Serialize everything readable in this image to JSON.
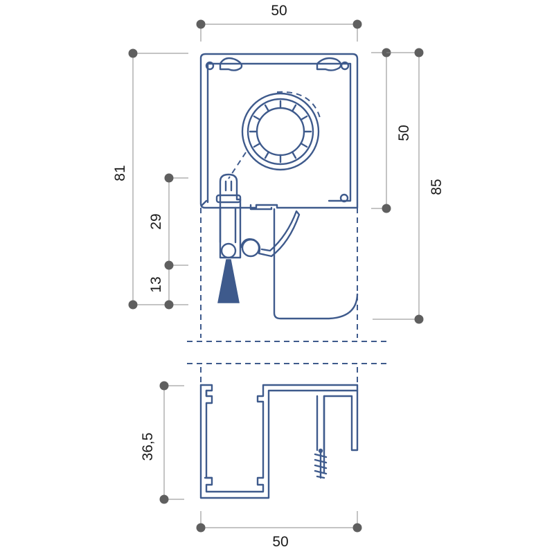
{
  "diagram": {
    "colors": {
      "profile": "#3e5a8c",
      "dimension_line": "#8a8a8a",
      "dimension_dot": "#5f5f5f",
      "text": "#1a1a1a"
    },
    "dimensions": {
      "top_width": "50",
      "left_height_total": "81",
      "left_height_upper": "29",
      "left_height_lower": "13",
      "right_height_inner": "50",
      "right_height_total": "85",
      "bottom_profile_height": "36,5",
      "bottom_width": "50"
    }
  }
}
